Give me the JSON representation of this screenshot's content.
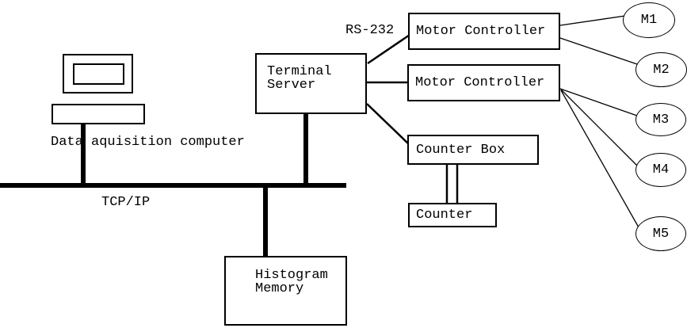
{
  "labels": {
    "computer": "Data aquisition computer",
    "network": "TCP/IP",
    "serial": "RS-232"
  },
  "nodes": {
    "terminal_server": {
      "line1": "Terminal",
      "line2": "Server"
    },
    "motor_controller_1": "Motor Controller",
    "motor_controller_2": "Motor Controller",
    "counter_box": "Counter Box",
    "counter": "Counter",
    "histogram_memory": {
      "line1": "Histogram",
      "line2": "Memory"
    }
  },
  "motors": [
    {
      "label": "M1"
    },
    {
      "label": "M2"
    },
    {
      "label": "M3"
    },
    {
      "label": "M4"
    },
    {
      "label": "M5"
    }
  ],
  "colors": {
    "line": "#000000",
    "background": "#ffffff"
  }
}
